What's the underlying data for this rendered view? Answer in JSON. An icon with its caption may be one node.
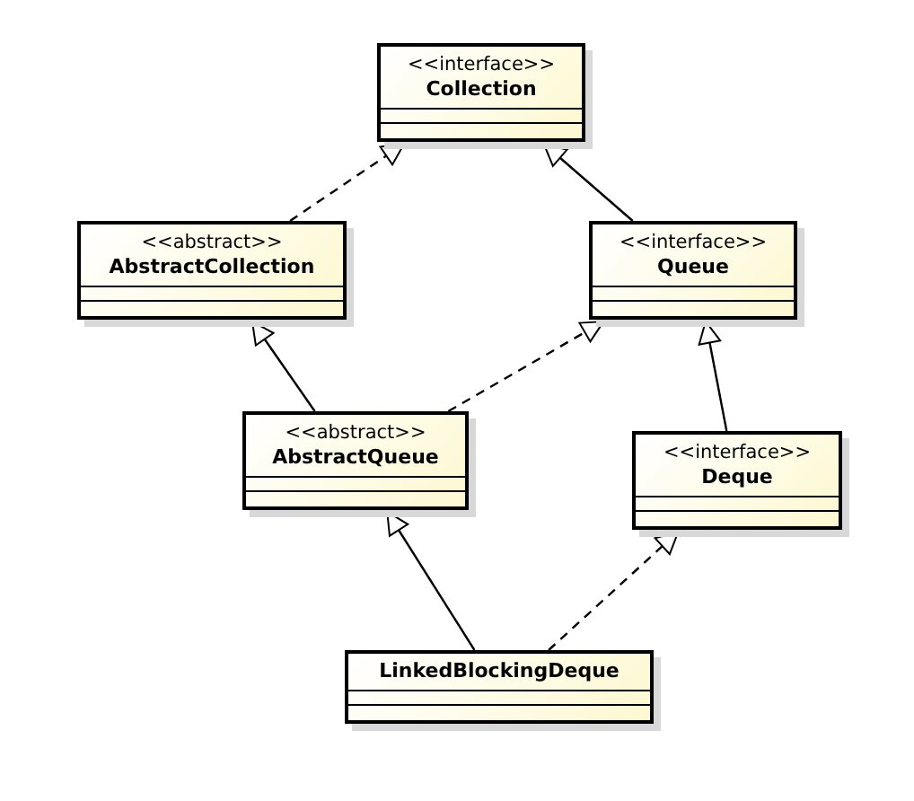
{
  "diagram": {
    "nodes": [
      {
        "text": [
          "<<interface>>",
          "Collection"
        ]
      },
      {
        "text": [
          "<<abstract>>",
          "AbstractCollection"
        ]
      },
      {
        "text": [
          "<<interface>>",
          "Queue"
        ]
      },
      {
        "text": [
          "<<abstract>>",
          "AbstractQueue"
        ]
      },
      {
        "text": [
          "<<interface>>",
          "Deque"
        ]
      },
      {
        "text": [
          "LinkedBlockingDeque"
        ]
      }
    ],
    "edges": [
      {
        "from": 1,
        "to": 0,
        "arrow": "to",
        "style": "dashed"
      },
      {
        "from": 2,
        "to": 0,
        "arrow": "to"
      },
      {
        "from": 3,
        "to": 1,
        "arrow": "to"
      },
      {
        "from": 3,
        "to": 2,
        "arrow": "to",
        "style": "dashed"
      },
      {
        "from": 4,
        "to": 2,
        "arrow": "to"
      },
      {
        "from": 5,
        "to": 3,
        "arrow": "to"
      },
      {
        "from": 5,
        "to": 4,
        "arrow": "to",
        "style": "dashed"
      }
    ]
  }
}
